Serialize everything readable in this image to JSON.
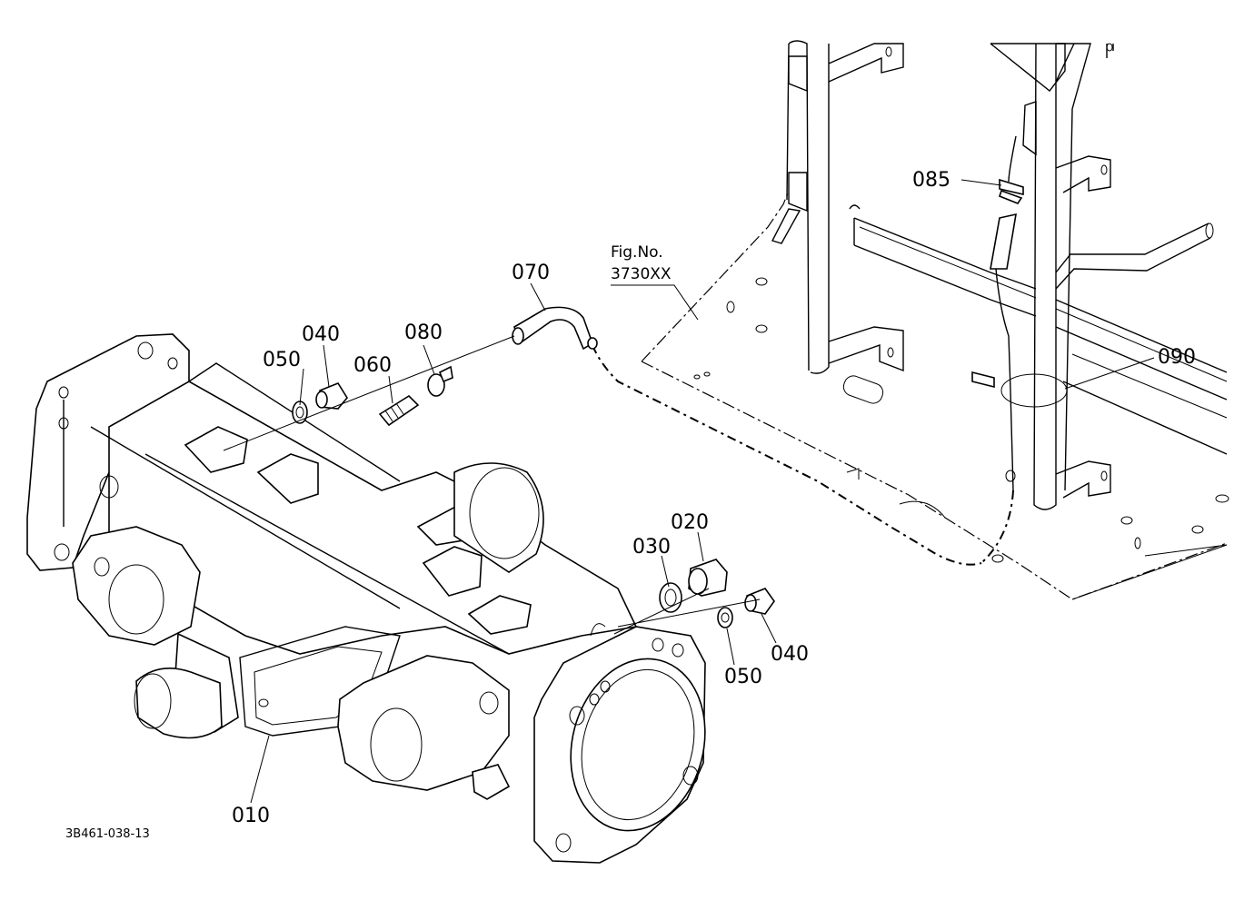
{
  "labels": {
    "p010": "010",
    "p020": "020",
    "p030": "030",
    "p040a": "040",
    "p040b": "040",
    "p050a": "050",
    "p050b": "050",
    "p060": "060",
    "p070": "070",
    "p080": "080",
    "p085": "085",
    "p090": "090"
  },
  "figure_ref": {
    "line1": "Fig.No.",
    "line2": "3730XX"
  },
  "drawing_code": "3B461-038-13"
}
